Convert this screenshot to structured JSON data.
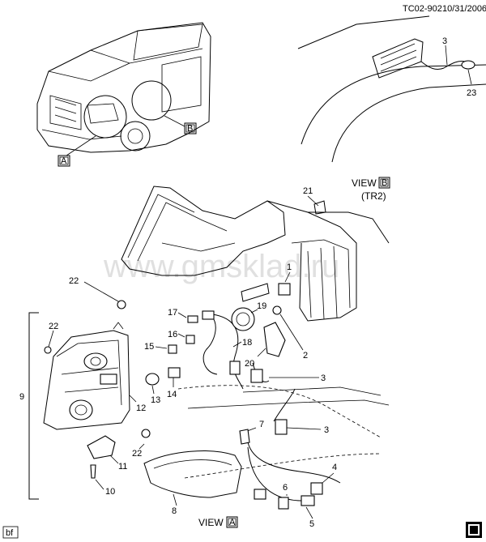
{
  "header": {
    "code": "TC02-902",
    "date": "10/31/2006"
  },
  "watermark": "www.gmsklad.ru",
  "views": {
    "a_label": "VIEW",
    "a_letter": "A",
    "b_label": "VIEW",
    "b_letter": "B",
    "b_sub": "(TR2)"
  },
  "callouts": {
    "box_a": "A",
    "box_b": "B",
    "n1": "1",
    "n2": "2",
    "n3a": "3",
    "n3b": "3",
    "n3c": "3",
    "n4": "4",
    "n5": "5",
    "n6": "6",
    "n7": "7",
    "n8": "8",
    "n9": "9",
    "n10": "10",
    "n11": "11",
    "n12": "12",
    "n13": "13",
    "n14": "14",
    "n15": "15",
    "n16": "16",
    "n17": "17",
    "n18": "18",
    "n19": "19",
    "n20": "20",
    "n21": "21",
    "n22a": "22",
    "n22b": "22",
    "n22c": "22",
    "n23": "23"
  },
  "footer": {
    "tag": "bf"
  }
}
